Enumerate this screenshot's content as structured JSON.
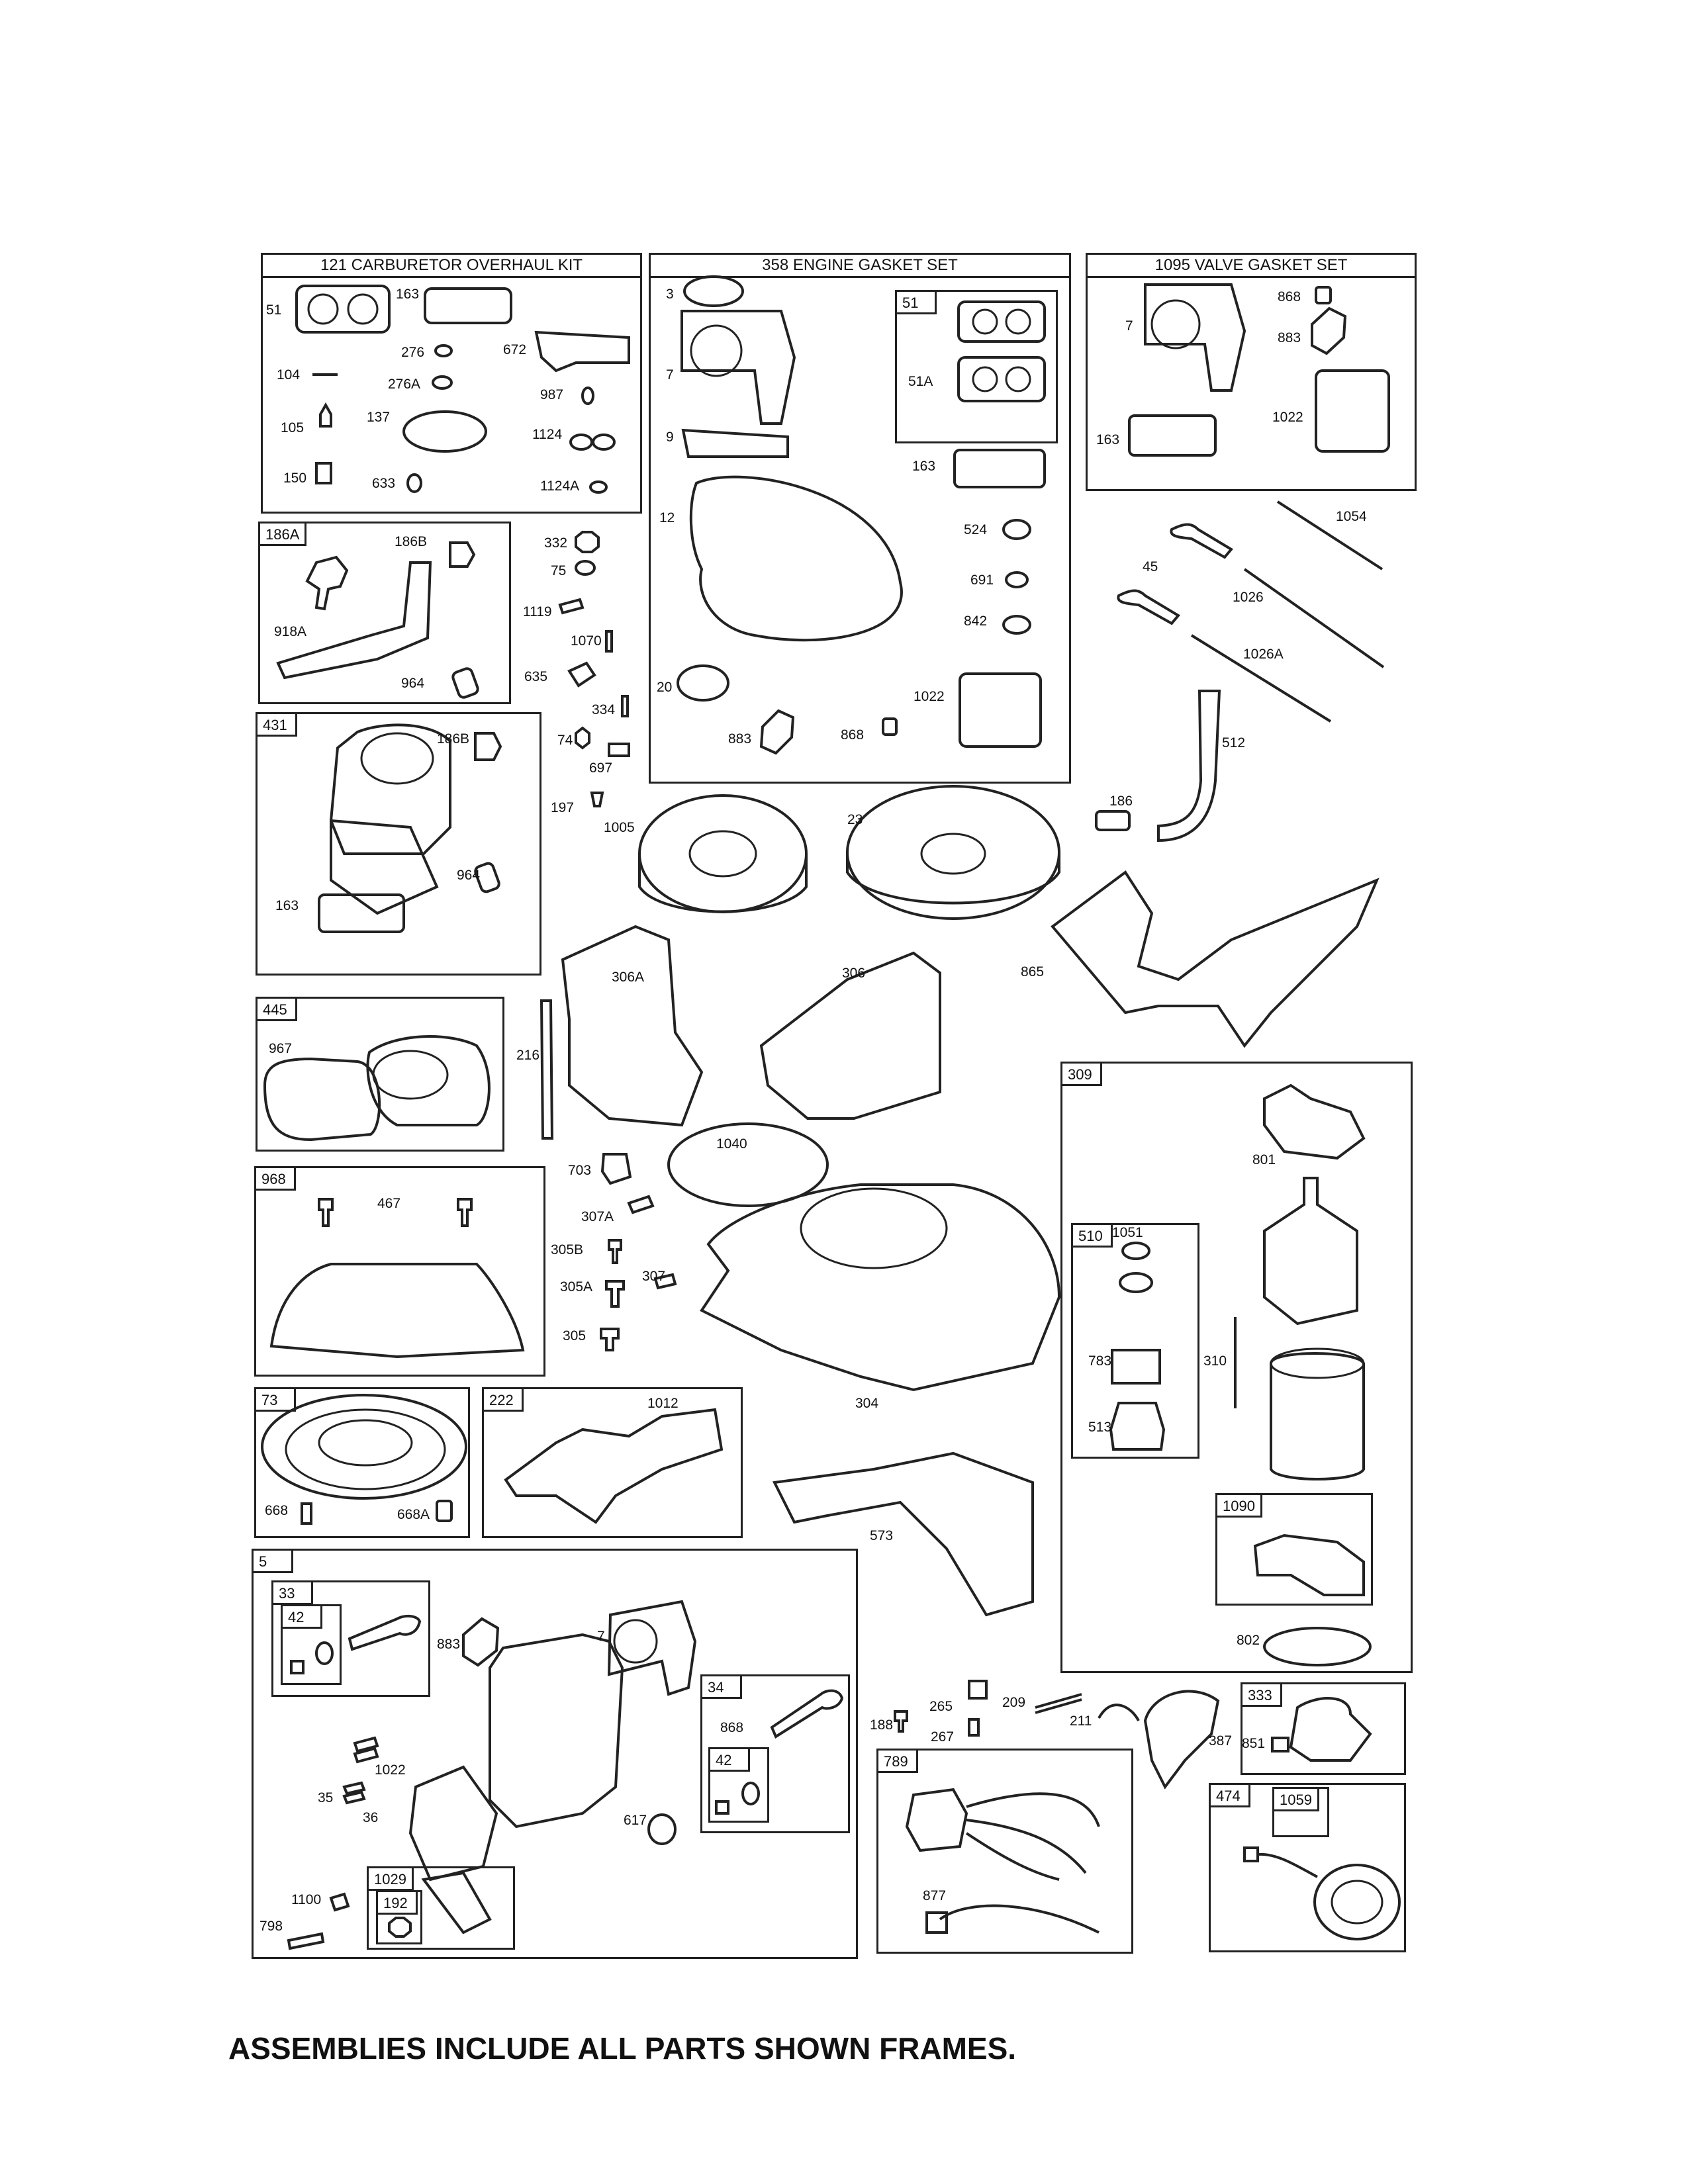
{
  "frames": {
    "carb_kit": {
      "title": "121 CARBURETOR OVERHAUL KIT"
    },
    "engine_gasket": {
      "title": "358 ENGINE GASKET SET"
    },
    "valve_gasket": {
      "title": "1095 VALVE GASKET SET"
    },
    "f186a": {
      "tag": "186A"
    },
    "f431": {
      "tag": "431"
    },
    "f445": {
      "tag": "445"
    },
    "f968": {
      "tag": "968"
    },
    "f73": {
      "tag": "73"
    },
    "f222": {
      "tag": "222"
    },
    "f5": {
      "tag": "5"
    },
    "f33": {
      "tag": "33"
    },
    "f42a": {
      "tag": "42"
    },
    "f34": {
      "tag": "34"
    },
    "f42b": {
      "tag": "42"
    },
    "f1029": {
      "tag": "1029"
    },
    "f192": {
      "tag": "192"
    },
    "f309": {
      "tag": "309"
    },
    "f510": {
      "tag": "510"
    },
    "f1090": {
      "tag": "1090"
    },
    "f333": {
      "tag": "333"
    },
    "f789": {
      "tag": "789"
    },
    "f474": {
      "tag": "474"
    },
    "f1059": {
      "tag": "1059"
    },
    "f51": {
      "tag": "51"
    }
  },
  "labels": {
    "l51": "51",
    "l163a": "163",
    "l276": "276",
    "l672": "672",
    "l104": "104",
    "l276a": "276A",
    "l987": "987",
    "l105": "105",
    "l137": "137",
    "l1124": "1124",
    "l150": "150",
    "l633": "633",
    "l1124a": "1124A",
    "l3": "3",
    "l7a": "7",
    "l51a": "51A",
    "l9": "9",
    "l163b": "163",
    "l12": "12",
    "l524": "524",
    "l691": "691",
    "l842": "842",
    "l20": "20",
    "l1022a": "1022",
    "l883a": "883",
    "l868a": "868",
    "l7b": "7",
    "l868b": "868",
    "l883b": "883",
    "l163c": "163",
    "l1022b": "1022",
    "l186b1": "186B",
    "l918a": "918A",
    "l964a": "964",
    "l332": "332",
    "l75": "75",
    "l1119": "1119",
    "l1070": "1070",
    "l635": "635",
    "l334": "334",
    "l74": "74",
    "l697": "697",
    "l197": "197",
    "l1005": "1005",
    "l1054": "1054",
    "l45": "45",
    "l1026": "1026",
    "l1026a": "1026A",
    "l512": "512",
    "l186": "186",
    "l186b2": "186B",
    "l964b": "964",
    "l163d": "163",
    "l23": "23",
    "l865": "865",
    "l306a": "306A",
    "l306": "306",
    "l216": "216",
    "l967": "967",
    "l467": "467",
    "l1040": "1040",
    "l703": "703",
    "l307a": "307A",
    "l305b": "305B",
    "l307": "307",
    "l305a": "305A",
    "l305": "305",
    "l304": "304",
    "l801": "801",
    "l1051": "1051",
    "l783": "783",
    "l310": "310",
    "l513": "513",
    "l802": "802",
    "l668": "668",
    "l668a": "668A",
    "l1012": "1012",
    "l573": "573",
    "l883c": "883",
    "l7c": "7",
    "l868c": "868",
    "l1022c": "1022",
    "l35": "35",
    "l36": "36",
    "l617": "617",
    "l1100": "1100",
    "l798": "798",
    "l188": "188",
    "l265": "265",
    "l267": "267",
    "l209": "209",
    "l211": "211",
    "l387": "387",
    "l851": "851",
    "l877": "877"
  },
  "footer": "ASSEMBLIES INCLUDE ALL PARTS SHOWN FRAMES."
}
